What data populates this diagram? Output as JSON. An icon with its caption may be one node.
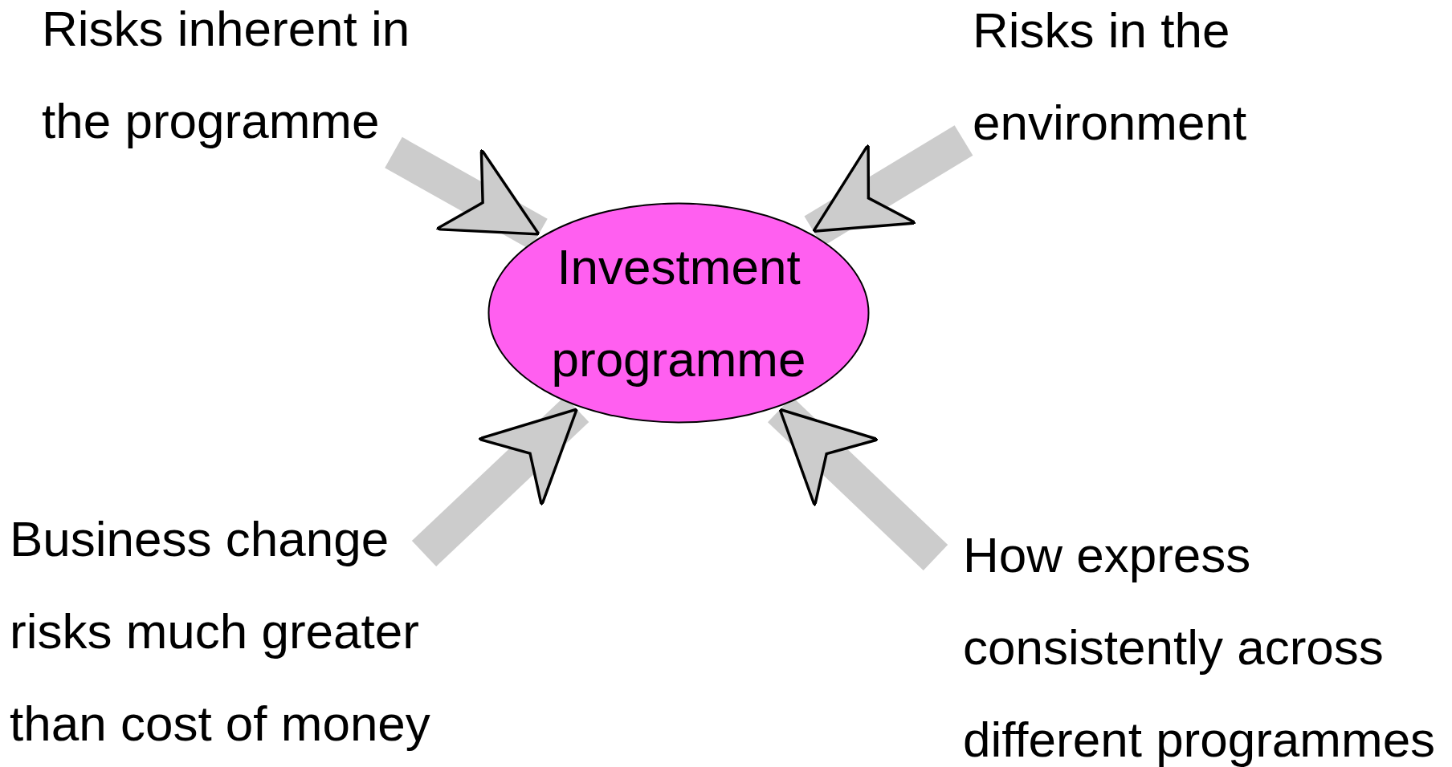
{
  "diagram": {
    "nodes": [
      {
        "text": [
          "Risks inherent in the programme"
        ]
      },
      {
        "text": [
          "Risks in the environment"
        ]
      },
      {
        "text": [
          "Investment programme"
        ]
      },
      {
        "text": [
          "Business change risks much greater than cost of money"
        ]
      },
      {
        "text": [
          "How express consistently across different programmes"
        ]
      }
    ],
    "edges": [
      {
        "from": 0,
        "to": 2,
        "arrow": "to"
      },
      {
        "from": 1,
        "to": 2,
        "arrow": "to"
      },
      {
        "from": 3,
        "to": 2,
        "arrow": "to"
      },
      {
        "from": 4,
        "to": 2,
        "arrow": "to"
      }
    ]
  }
}
